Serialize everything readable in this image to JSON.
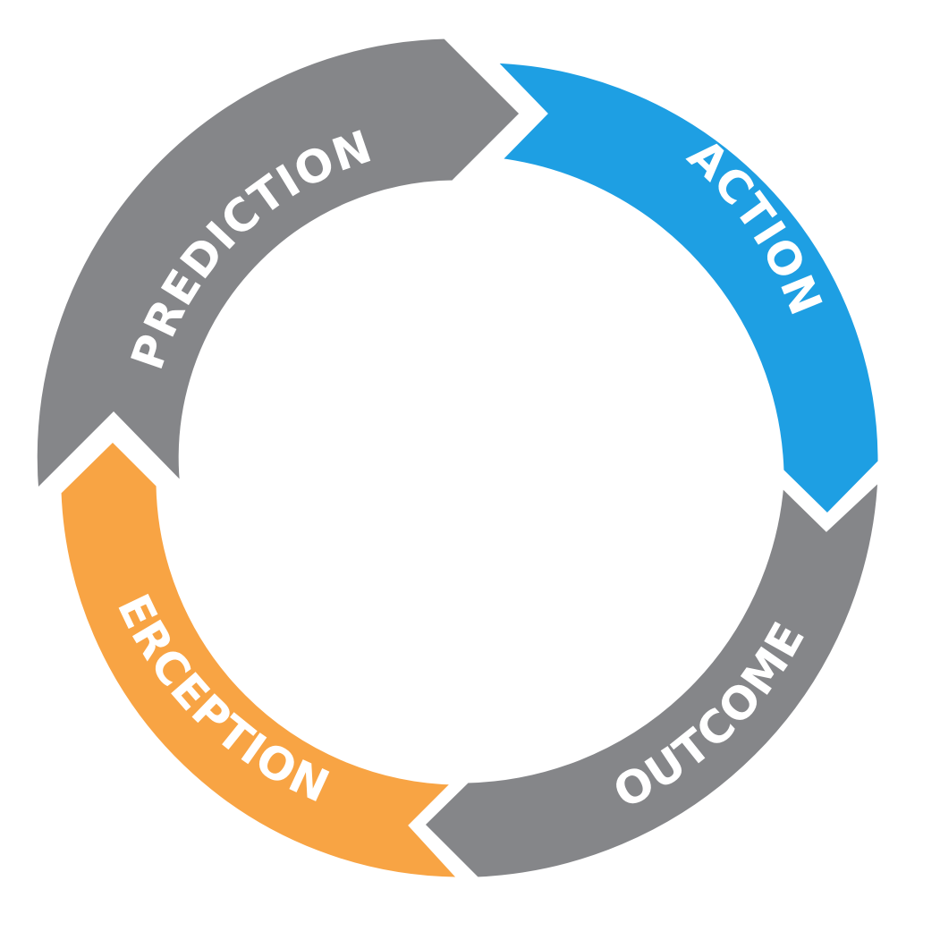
{
  "diagram": {
    "segments": [
      {
        "id": "prediction",
        "label": "PREDICTION",
        "color": "#858689"
      },
      {
        "id": "action",
        "label": "ACTION",
        "color": "#1e9fe3"
      },
      {
        "id": "outcome",
        "label": "OUTCOME",
        "color": "#858689"
      },
      {
        "id": "perception",
        "label": "PERCEPTION",
        "color": "#f8a444"
      }
    ]
  }
}
